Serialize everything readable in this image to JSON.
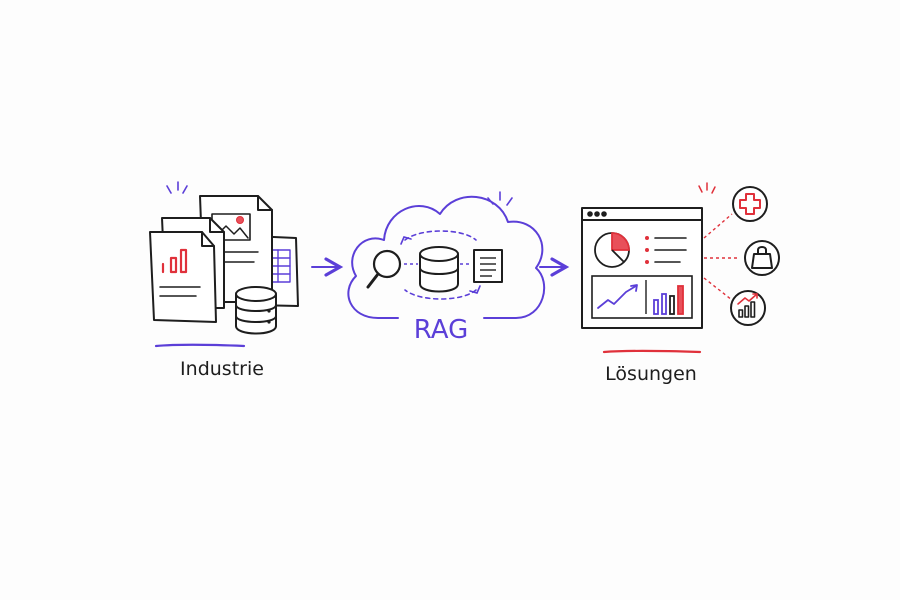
{
  "labels": {
    "left": "Industrie",
    "center": "RAG",
    "right": "Lösungen"
  },
  "colors": {
    "ink": "#1e1e1e",
    "purple": "#5b3fd8",
    "red": "#e0313b",
    "red_fill": "#e8505a",
    "paper": "#ffffff"
  },
  "icons": {
    "left_group": [
      "document-chart-icon",
      "document-image-icon",
      "spreadsheet-icon",
      "database-icon"
    ],
    "center_group": [
      "cloud-icon",
      "search-icon",
      "database-icon",
      "document-icon",
      "cycle-arrows-icon"
    ],
    "right_group": [
      "dashboard-window-icon",
      "pie-chart-icon",
      "line-chart-icon",
      "bar-chart-icon",
      "healthcare-icon",
      "shopping-bag-icon",
      "growth-chart-icon"
    ]
  }
}
